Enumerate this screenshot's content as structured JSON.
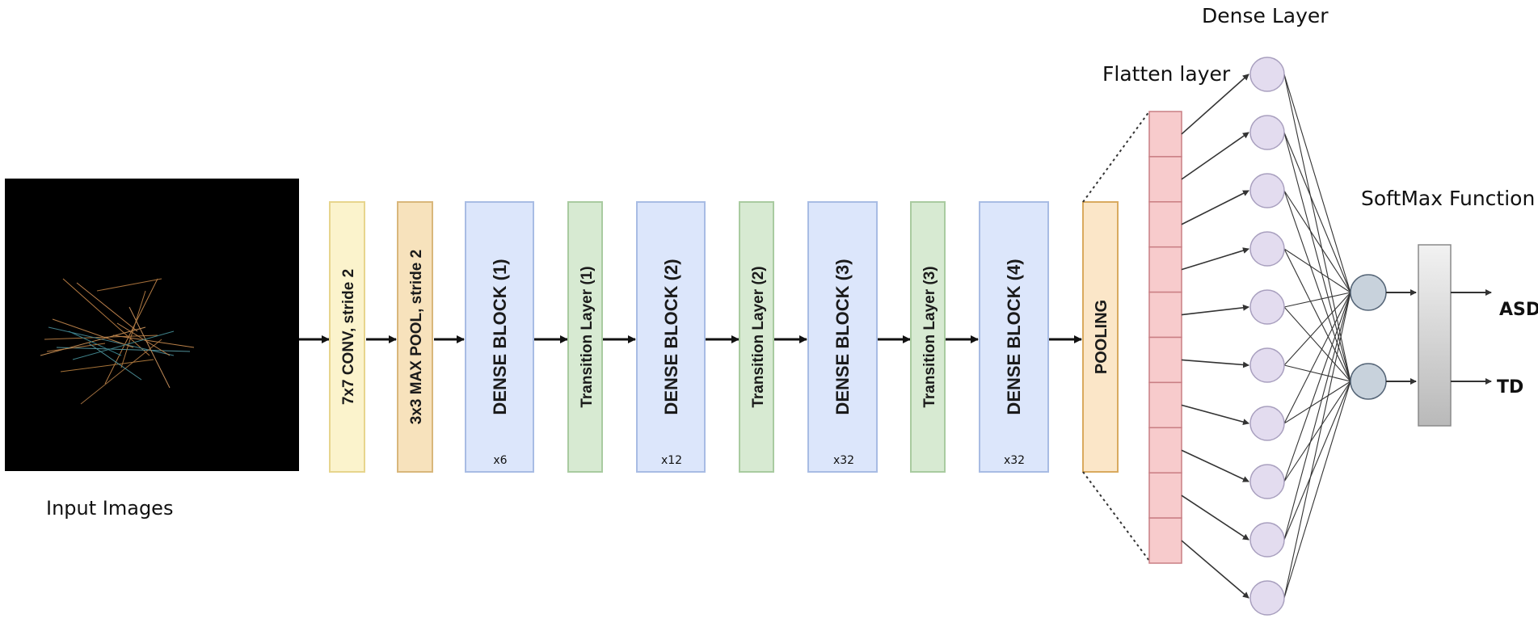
{
  "input": {
    "label": "Input Images"
  },
  "blocks": [
    {
      "id": "conv",
      "label": "7x7 CONV, stride 2",
      "fill": "#fbf3cc",
      "stroke": "#e7d58d",
      "mult": ""
    },
    {
      "id": "maxpool",
      "label": "3x3 MAX POOL, stride 2",
      "fill": "#f7e2bc",
      "stroke": "#d9b77b",
      "mult": ""
    },
    {
      "id": "dense1",
      "label": "DENSE BLOCK (1)",
      "fill": "#dce6fb",
      "stroke": "#a8bce4",
      "mult": "x6"
    },
    {
      "id": "trans1",
      "label": "Transition Layer (1)",
      "fill": "#d7ead2",
      "stroke": "#a9cba0",
      "mult": ""
    },
    {
      "id": "dense2",
      "label": "DENSE BLOCK (2)",
      "fill": "#dce6fb",
      "stroke": "#a8bce4",
      "mult": "x12"
    },
    {
      "id": "trans2",
      "label": "Transition Layer (2)",
      "fill": "#d7ead2",
      "stroke": "#a9cba0",
      "mult": ""
    },
    {
      "id": "dense3",
      "label": "DENSE BLOCK (3)",
      "fill": "#dce6fb",
      "stroke": "#a8bce4",
      "mult": "x32"
    },
    {
      "id": "trans3",
      "label": "Transition Layer (3)",
      "fill": "#d7ead2",
      "stroke": "#a9cba0",
      "mult": ""
    },
    {
      "id": "dense4",
      "label": "DENSE BLOCK (4)",
      "fill": "#dce6fb",
      "stroke": "#a8bce4",
      "mult": "x32"
    },
    {
      "id": "pooling",
      "label": "POOLING",
      "fill": "#fbe6c8",
      "stroke": "#d9aa5f",
      "mult": ""
    }
  ],
  "flatten": {
    "label": "Flatten layer",
    "cells": 10,
    "fill": "#f7cbcc",
    "stroke": "#c97f84"
  },
  "dense": {
    "label": "Dense Layer",
    "nodes": 10,
    "fill": "#e3dcef",
    "stroke": "#a9a0bf"
  },
  "softmax": {
    "label": "SoftMax  Function",
    "nodes": 2,
    "fill": "#c8d2dc",
    "stroke": "#556577"
  },
  "outputs": [
    "ASD",
    "TD"
  ]
}
